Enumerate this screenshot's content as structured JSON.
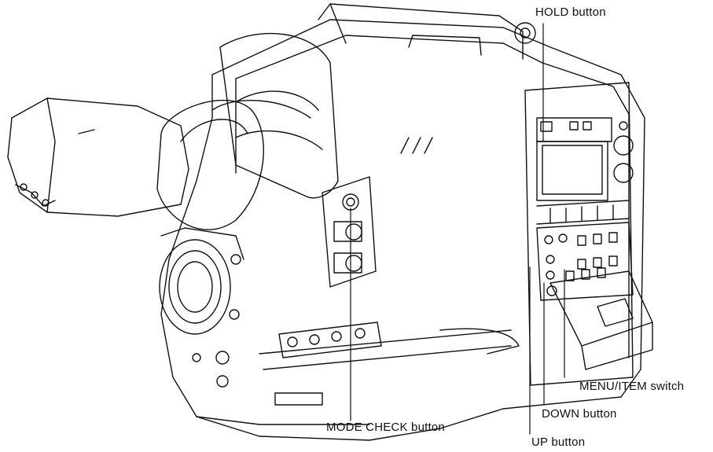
{
  "labels": {
    "hold": "HOLD button",
    "menu_item": "MENU/ITEM switch",
    "down": "DOWN button",
    "mode_check": "MODE CHECK button",
    "up": "UP button"
  },
  "colors": {
    "ink": "#111111",
    "background": "#ffffff"
  }
}
